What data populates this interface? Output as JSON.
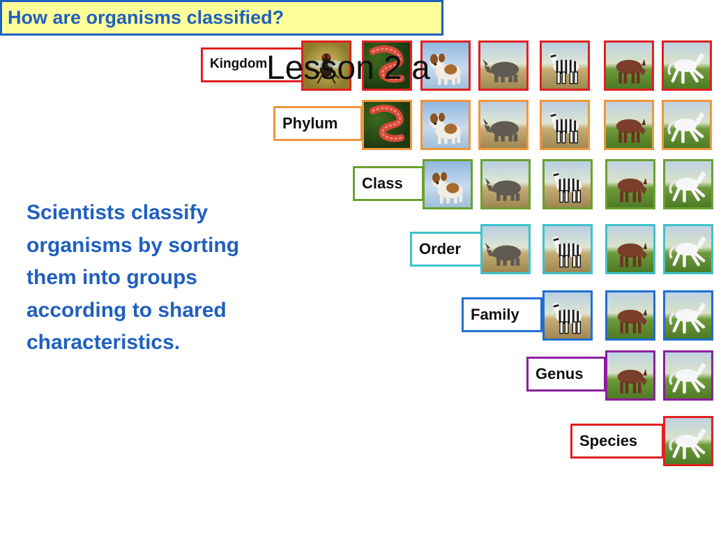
{
  "slide": {
    "title": "How are organisms classified?",
    "overlay_title": "Lesson 2 a",
    "body": "Scientists classify organisms by sorting them into groups according to shared characteristics."
  },
  "levels": [
    {
      "name": "Kingdom",
      "color": "#e02020",
      "animals": [
        "fly",
        "worm",
        "dog",
        "rhino",
        "zebra",
        "donkey",
        "horse"
      ]
    },
    {
      "name": "Phylum",
      "color": "#f0953c",
      "animals": [
        "worm",
        "dog",
        "rhino",
        "zebra",
        "donkey",
        "horse"
      ]
    },
    {
      "name": "Class",
      "color": "#6aa12e",
      "animals": [
        "dog",
        "rhino",
        "zebra",
        "donkey",
        "horse"
      ]
    },
    {
      "name": "Order",
      "color": "#3cc3cc",
      "animals": [
        "rhino",
        "zebra",
        "donkey",
        "horse"
      ]
    },
    {
      "name": "Family",
      "color": "#1f6fd0",
      "animals": [
        "zebra",
        "donkey",
        "horse"
      ]
    },
    {
      "name": "Genus",
      "color": "#8a1f9c",
      "animals": [
        "donkey",
        "horse"
      ]
    },
    {
      "name": "Species",
      "color": "#e02020",
      "animals": [
        "horse"
      ]
    }
  ]
}
